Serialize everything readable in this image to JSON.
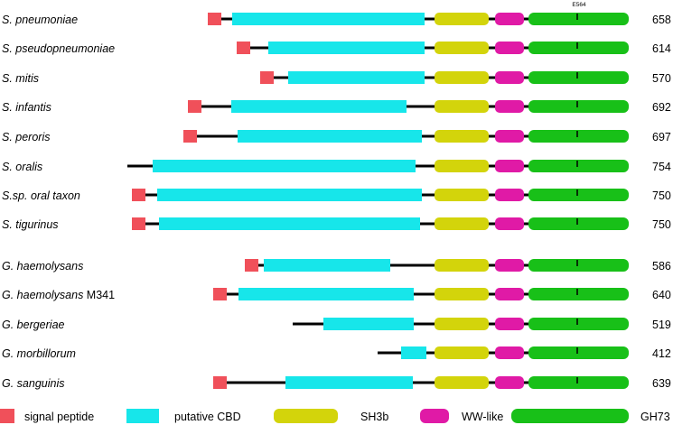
{
  "colors": {
    "signal_peptide": "#f0505a",
    "putative_cbd": "#17e6ea",
    "sh3b": "#d3d40b",
    "ww_like": "#e01aa6",
    "gh73": "#18c018",
    "backbone": "#000000"
  },
  "marker_label": "E564",
  "legend": [
    {
      "key": "signal_peptide",
      "label": "signal peptide"
    },
    {
      "key": "putative_cbd",
      "label": "putative CBD"
    },
    {
      "key": "sh3b",
      "label": "SH3b"
    },
    {
      "key": "ww_like",
      "label": "WW-like"
    },
    {
      "key": "gh73",
      "label": "GH73"
    }
  ],
  "proteins": [
    {
      "species": "S. pneumoniae",
      "length": "658",
      "italic_to": 13,
      "has_sp": true
    },
    {
      "species": "S. pseudopneumoniae",
      "length": "614",
      "italic_to": 19,
      "has_sp": true
    },
    {
      "species": "S. mitis",
      "length": "570",
      "italic_to": 8,
      "has_sp": true
    },
    {
      "species": "S. infantis",
      "length": "692",
      "italic_to": 11,
      "has_sp": true
    },
    {
      "species": "S. peroris",
      "length": "697",
      "italic_to": 10,
      "has_sp": true
    },
    {
      "species": "S. oralis",
      "length": "754",
      "italic_to": 9,
      "has_sp": false
    },
    {
      "species": "S.sp. oral taxon",
      "length": "750",
      "italic_to": 16,
      "has_sp": true
    },
    {
      "species": "S. tigurinus",
      "length": "750",
      "italic_to": 12,
      "has_sp": true
    },
    {
      "species": "G. haemolysans",
      "length": "586",
      "italic_to": 14,
      "has_sp": true
    },
    {
      "species": "G. haemolysans M341",
      "length": "640",
      "italic_to": 14,
      "has_sp": true
    },
    {
      "species": "G. bergeriae",
      "length": "519",
      "italic_to": 12,
      "has_sp": false
    },
    {
      "species": "G. morbillorum",
      "length": "412",
      "italic_to": 14,
      "has_sp": false
    },
    {
      "species": "G. sanguinis",
      "length": "639",
      "italic_to": 12,
      "has_sp": true
    }
  ]
}
